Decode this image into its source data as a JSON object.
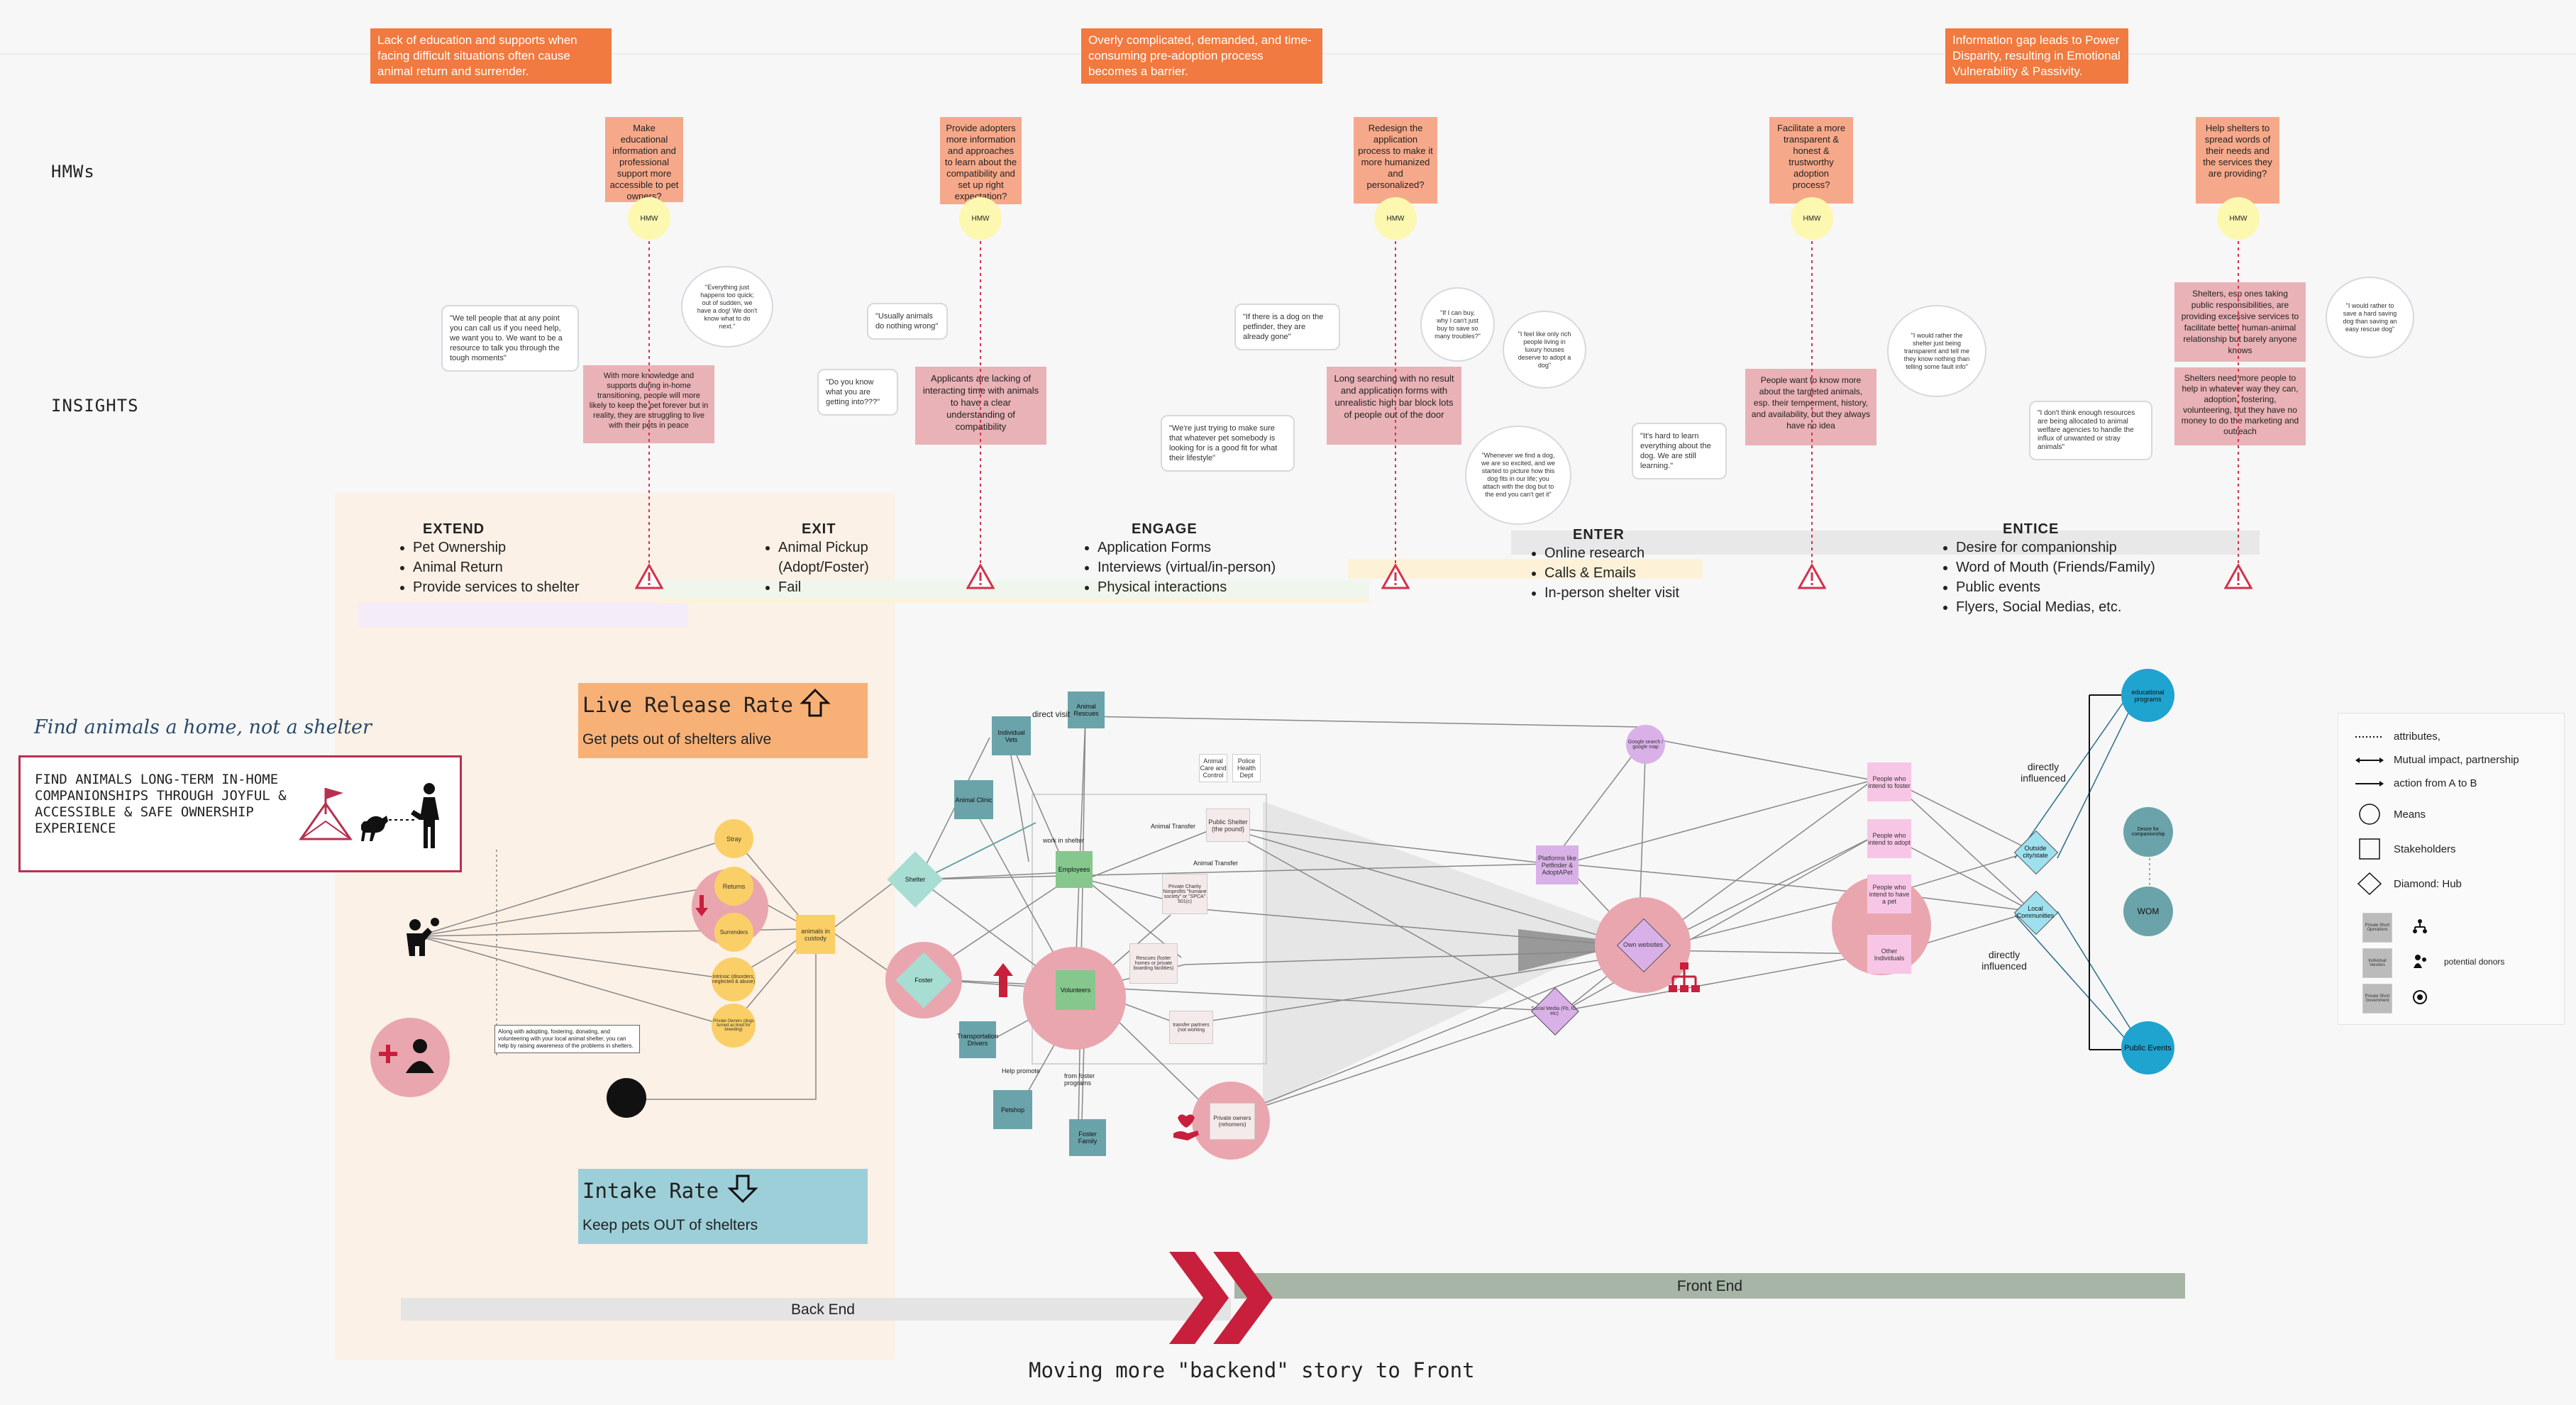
{
  "pain_points": [
    "Lack of education and supports when facing difficult situations often cause animal return and surrender.",
    "Overly complicated, demanded, and time-consuming pre-adoption process becomes a barrier.",
    "Information gap leads  to Power Disparity, resulting in Emotional Vulnerability & Passivity."
  ],
  "row_labels": {
    "hmws": "HMWs",
    "insights": "INSIGHTS"
  },
  "hmws": [
    "Make educational information and professional support more accessible to pet owners?",
    "Provide adopters more information and approaches to learn about the compatibility and set up right expectation?",
    "Redesign the application process to make it more humanized and personalized?",
    "Facilitate a more transparent & honest & trustworthy adoption process?",
    "Help shelters to spread words of their needs and the services they are providing?"
  ],
  "hmw_dot_label": "HMW",
  "insights": [
    "With more knowledge and supports during in-home transitioning, people will more likely to keep the pet forever but in reality, they are struggling to live with their pets in peace",
    "Applicants are lacking of interacting time with animals to have a clear understanding of compatibility",
    "Long searching with no result and application forms with unrealistic high bar block lots of people out of the door",
    "People want to know more about the targeted animals, esp. their temperment, history, and availability, but they always have no idea",
    "Shelters, esp ones taking public responsibilities, are providing excessive services to facilitate better human-animal relationship but barely anyone knows",
    "Shelters need more people to help in whatever way they can, adoption, fostering, volunteering, but they have no money to do the marketing and outreach"
  ],
  "quotes": [
    "\"We tell people that at any point you can call us if you need help, we want you to. We want to be a resource to talk you through the tough moments\"",
    "\"Everything just happens too quick; out of sudden, we have a dog! We don't know what to do next.\"",
    "\"Usually animals do nothing wrong\"",
    "\"Do you know what you are getting into???\"",
    "\"If there is a dog on the petfinder, they are already gone\"",
    "\"If I can buy, why I can't just buy to save so many troubles?\"",
    "\"I feel like only rich people living in luxury houses deserve to adopt a dog\"",
    "\"We're just trying to make sure that whatever pet somebody is looking for is a good fit for what their lifestyle\"",
    "\"Whenever we find a dog, we are so excited, and we started to picture how this dog fits in our life; you attach with the dog but to the end you can't get it\"",
    "\"It's hard to learn everything about the dog. We are still learning.\"",
    "\"I would rather the shelter just being transparent and tell me they know nothing than telling some fault info\"",
    "\"I don't think enough resources are being allocated to animal welfare agencies to handle the influx of unwanted or stray animals\"",
    "\"I would rather to save a hard saving dog than saving an easy rescue dog\""
  ],
  "stages": [
    {
      "title": "EXTEND",
      "items": [
        "Pet Ownership",
        "Animal Return",
        "Provide services to shelter"
      ]
    },
    {
      "title": "EXIT",
      "items": [
        "Animal Pickup (Adopt/Foster)",
        "Fail"
      ]
    },
    {
      "title": "ENGAGE",
      "items": [
        "Application Forms",
        "Interviews (virtual/in-person)",
        "Physical interactions"
      ]
    },
    {
      "title": "ENTER",
      "items": [
        "Online research",
        "Calls & Emails",
        "In-person shelter visit"
      ]
    },
    {
      "title": "ENTICE",
      "items": [
        "Desire for companionship",
        "Word of Mouth (Friends/Family)",
        "Public events",
        "Flyers, Social Medias, etc."
      ]
    }
  ],
  "mission": {
    "heading": "Find animals a home, not a shelter",
    "box": "FIND ANIMALS LONG-TERM IN-HOME COMPANIONSHIPS THROUGH JOYFUL & ACCESSIBLE & SAFE OWNERSHIP EXPERIENCE"
  },
  "live_release": {
    "title": "Live Release Rate",
    "subtitle": "Get pets out of shelters alive"
  },
  "intake": {
    "title": "Intake Rate",
    "subtitle": "Keep pets OUT of shelters"
  },
  "footer": {
    "back_end": "Back End",
    "front_end": "Front End",
    "caption": "Moving more \"backend\" story to Front"
  },
  "network": {
    "intake_nodes": [
      "Stray",
      "Returns",
      "Surrenders",
      "Intrinsic (disorders, neglected & abuse)",
      "Private Owners (dogs turned as bred for breeding)"
    ],
    "custody": "animals in custody",
    "note": "Along with adopting, fostering, donating, and volunteering with your local animal shelter, you can help by raising awareness of the problems in shelters.",
    "shelter": "Shelter",
    "foster": "Foster",
    "individual_vets": "Individual Vets",
    "animal_rescues": "Animal Rescues",
    "animal_clinic": "Animal Clinic",
    "employees": "Employees",
    "volunteers": "Volunteers",
    "transportation_drivers": "Transportation Drivers",
    "petshop": "Petshop",
    "foster_family": "Foster Family",
    "animal_care_control": "Animal Care and Control",
    "police": "Police Health Dept",
    "public_shelter": "Public Shelter (the pound)",
    "private_charity": "Private Charity Nonprofits \"humane society\" or \"SPCA\" 501(c)",
    "rescues": "Rescues (foster homes or private boarding facilities)",
    "transfer_partners": "transfer partners (not working",
    "private_owners": "Private owners (rehomers)",
    "platforms": "Platforms like Petfinder & AdoptAPet",
    "social_media": "Social Media (Fb, IG, etc)",
    "google": "Google search / google map",
    "own_websites": "Own websites",
    "people_foster": "People who intend to foster",
    "people_adopt": "People who intend to adopt",
    "people_have": "People who intend to have a pet",
    "other_individuals": "Other Individuals",
    "outside_city": "Outside city/state",
    "local_communities": "Local Communities",
    "educational_programs": "educational programs",
    "desire_companionship": "Desire for companionship",
    "wom": "WOM",
    "public_events": "Public Events",
    "edge_labels": [
      "direct visit",
      "work in shelter",
      "Animal Transfer",
      "Animal Transfer",
      "Help promote",
      "from foster programs",
      "directly influenced",
      "directly influenced"
    ]
  },
  "legend": {
    "items": [
      "attributes,",
      "Mutual impact, partnership",
      "action from A to B",
      "Means",
      "Stakeholders",
      "Diamond: Hub"
    ],
    "icons": [
      "Private Short Operations",
      "Individual Vendors",
      "Private Short Government"
    ],
    "donors": "potential donors"
  }
}
